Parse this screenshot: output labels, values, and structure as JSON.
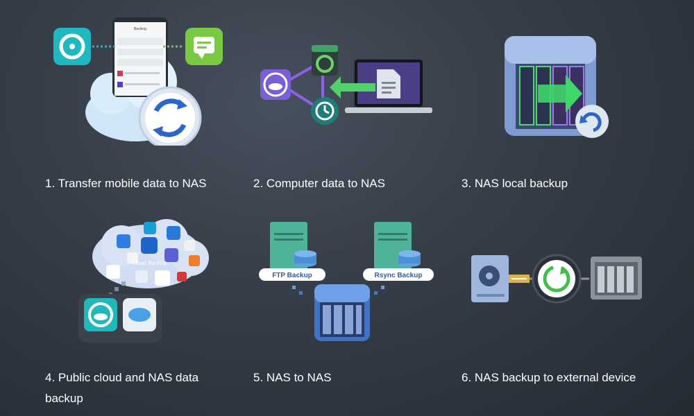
{
  "items": [
    {
      "caption": "1. Transfer mobile data to NAS",
      "phone_title": "Backing"
    },
    {
      "caption": "2. Computer data to NAS"
    },
    {
      "caption": "3. NAS local backup"
    },
    {
      "caption": "4. Public cloud and NAS data backup",
      "cloud_label": "Cloud Backup"
    },
    {
      "caption": "5. NAS to NAS",
      "ftp_label": "FTP Backup",
      "rsync_label": "Rsync Backup"
    },
    {
      "caption": "6. NAS backup to external device"
    }
  ],
  "colors": {
    "teal": "#1fb8c0",
    "green": "#7ac943",
    "purple": "#7b5fd6",
    "blue": "#3c74d8",
    "server_green": "#4fb39a"
  },
  "icons": [
    "cloud-sync-icon",
    "phone-icon",
    "message-icon",
    "photo-icon",
    "laptop-icon",
    "document-icon",
    "disk-icon",
    "history-icon",
    "cloud-purple-icon",
    "nas-enclosure-icon",
    "sync-circle-icon",
    "cloud-services-icon",
    "server-icon",
    "nas-icon",
    "usb-icon",
    "external-drive-icon"
  ]
}
